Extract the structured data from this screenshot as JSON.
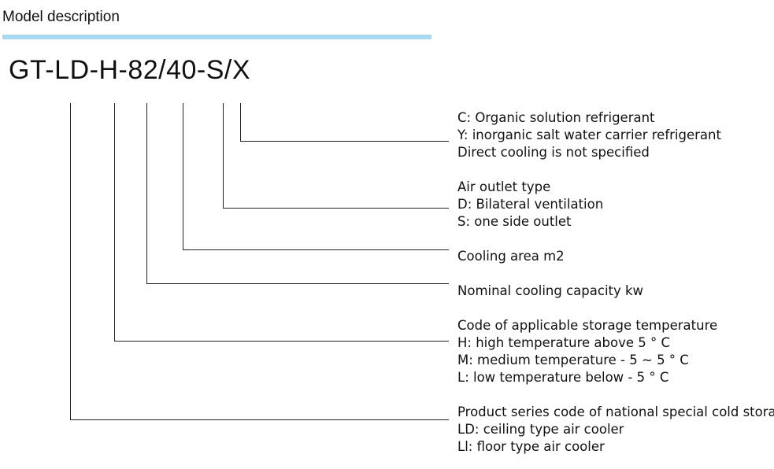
{
  "header": {
    "title": "Model description",
    "rule_color": "#a9d8f3"
  },
  "model_code": "GT-LD-H-82/40-S/X",
  "descriptions": [
    {
      "name": "refrigerant-type",
      "lines": [
        "C: Organic solution refrigerant",
        "Y: inorganic salt water carrier refrigerant",
        "Direct cooling is not specified"
      ]
    },
    {
      "name": "air-outlet-type",
      "lines": [
        "Air outlet type",
        "D: Bilateral ventilation",
        "S: one side outlet"
      ]
    },
    {
      "name": "cooling-area",
      "lines": [
        "Cooling area m2"
      ]
    },
    {
      "name": "nominal-cooling-capacity",
      "lines": [
        "Nominal cooling capacity kw"
      ]
    },
    {
      "name": "storage-temperature",
      "lines": [
        "Code of applicable storage temperature",
        "H: high temperature above 5 ° C",
        "M: medium temperature - 5 ~ 5 ° C",
        "L: low temperature below - 5 ° C"
      ]
    },
    {
      "name": "product-series",
      "lines": [
        "Product series code of national special cold storage",
        "LD: ceiling type air cooler",
        "Ll: floor type air cooler"
      ]
    }
  ]
}
